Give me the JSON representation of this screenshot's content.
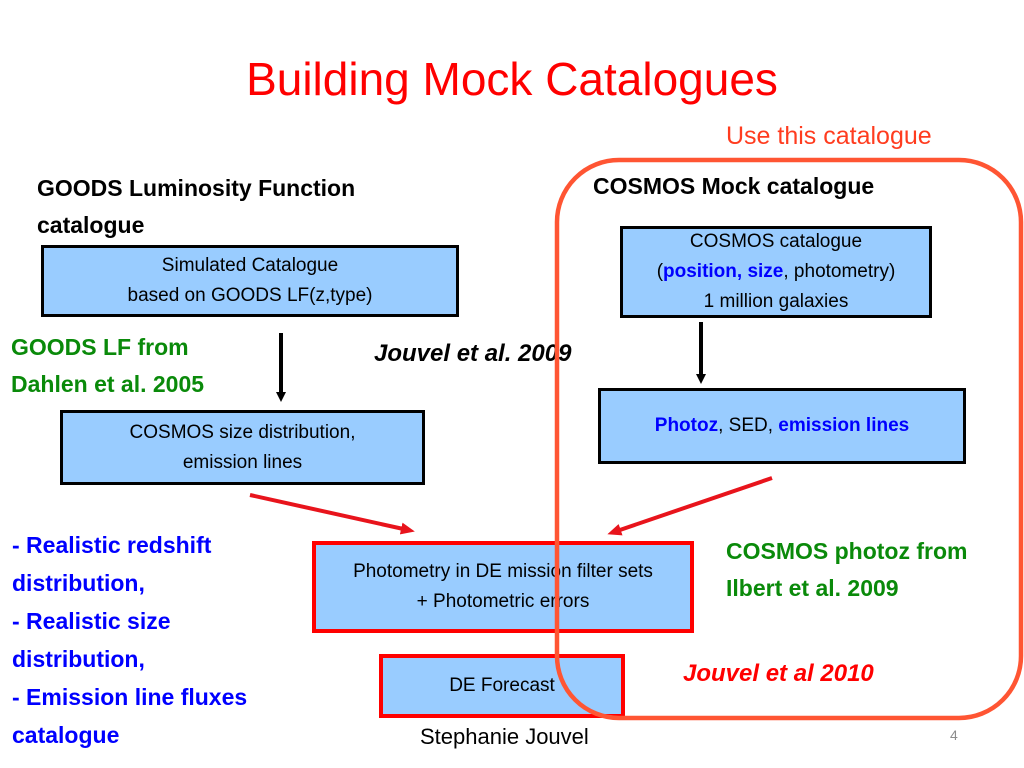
{
  "slide": {
    "title": "Building Mock Catalogues",
    "use_note": "Use this catalogue",
    "author": "Stephanie Jouvel",
    "page_number": "4"
  },
  "left": {
    "heading_line1": "GOODS Luminosity Function",
    "heading_line2": "catalogue",
    "box1_line1": "Simulated Catalogue",
    "box1_line2": "based on GOODS LF(z,type)",
    "note_line1": "GOODS LF from",
    "note_line2": "Dahlen et al. 2005",
    "box2_line1": "COSMOS size distribution,",
    "box2_line2": "emission lines",
    "list": [
      "- Realistic redshift",
      "distribution,",
      "- Realistic size",
      "distribution,",
      "- Emission line fluxes",
      "catalogue"
    ]
  },
  "middle": {
    "ref_2009": "Jouvel et al. 2009",
    "photometry_line1": "Photometry in DE mission filter sets",
    "photometry_line2": "+ Photometric errors",
    "forecast": "DE Forecast"
  },
  "right": {
    "heading": "COSMOS Mock catalogue",
    "box1_line1": "COSMOS catalogue",
    "box1_open": "(",
    "box1_highlight": "position, size",
    "box1_rest": ", photometry)",
    "box1_line3": "1 million galaxies",
    "box2_highlight1": "Photoz",
    "box2_middle": ", SED, ",
    "box2_highlight2": "emission lines",
    "note_line1": "COSMOS photoz from",
    "note_line2": "Ilbert et al. 2009",
    "ref_2010": "Jouvel et al 2010"
  },
  "colors": {
    "title": "#ff0000",
    "box_fill": "#99ccff",
    "highlight_border": "#ff5533",
    "green_text": "#0a8a0a",
    "blue_text": "#0000ff"
  }
}
